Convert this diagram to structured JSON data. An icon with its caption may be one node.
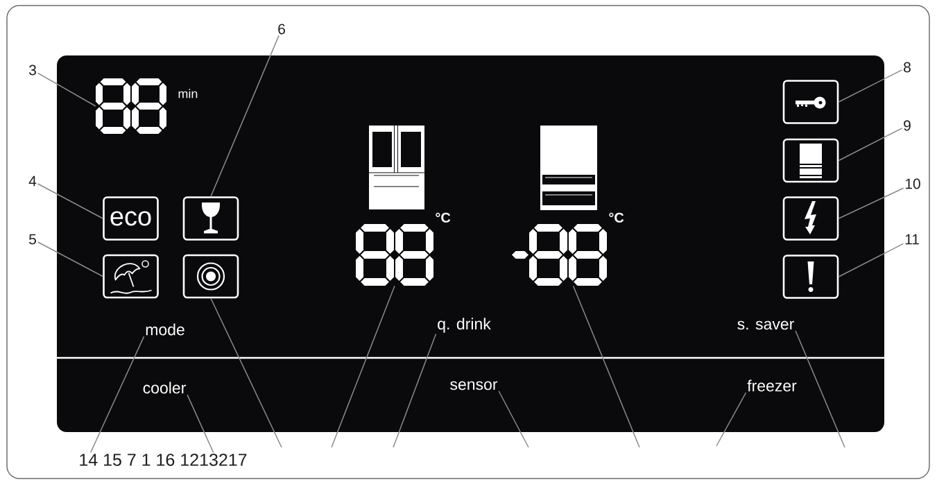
{
  "diagram": {
    "nodes": [
      {
        "text": [],
        "shape": "box"
      },
      {
        "text": [
          "6"
        ]
      },
      {
        "text": [
          "3"
        ]
      },
      {
        "text": [],
        "shape": "picture",
        "in": 0,
        "beside": [
          "min"
        ]
      },
      {
        "text": [
          "8"
        ]
      },
      {
        "text": [],
        "shape": "box",
        "in": 0
      },
      {
        "text": [
          "9"
        ]
      },
      {
        "text": [],
        "shape": "box",
        "in": 0
      },
      {
        "text": [
          "4"
        ]
      },
      {
        "text": [
          "eco"
        ],
        "in": 0
      },
      {
        "text": [],
        "shape": "box",
        "in": 0
      },
      {
        "text": [
          "10"
        ]
      },
      {
        "text": [],
        "shape": "box",
        "in": 0
      },
      {
        "text": [
          "5"
        ]
      },
      {
        "text": [],
        "shape": "box",
        "in": 0
      },
      {
        "text": [],
        "shape": "box",
        "in": 0
      },
      {
        "text": [
          "11"
        ]
      },
      {
        "text": [],
        "shape": "box",
        "in": 0
      },
      {
        "text": [],
        "shape": "picture",
        "in": 0,
        "beside": [
          "°C"
        ]
      },
      {
        "text": [],
        "shape": "picture",
        "in": 0,
        "beside": [
          "°C"
        ]
      },
      {
        "text": [
          "mode"
        ],
        "in": 0
      },
      {
        "text": [
          "q. drink"
        ],
        "in": 0
      },
      {
        "text": [
          "s. saver"
        ],
        "in": 0
      },
      {
        "text": [
          "cooler"
        ],
        "in": 0
      },
      {
        "text": [
          "sensor"
        ],
        "in": 0
      },
      {
        "text": [
          "freezer"
        ],
        "in": 0
      },
      {
        "text": [
          "14 15 7 1 16 1213217"
        ]
      }
    ],
    "edges": [
      {
        "from": 2,
        "to": 3,
        "arrow": "none"
      },
      {
        "from": 1,
        "to": 10,
        "arrow": "none"
      },
      {
        "from": 4,
        "to": 5,
        "arrow": "none"
      },
      {
        "from": 6,
        "to": 7,
        "arrow": "none"
      },
      {
        "from": 8,
        "to": 9,
        "arrow": "none"
      },
      {
        "from": 11,
        "to": 12,
        "arrow": "none"
      },
      {
        "from": 13,
        "to": 14,
        "arrow": "none"
      },
      {
        "from": 16,
        "to": 17,
        "arrow": "none"
      },
      {
        "from": 26,
        "to": 20,
        "arrow": "none"
      },
      {
        "from": 26,
        "to": 23,
        "arrow": "none"
      },
      {
        "from": null,
        "to": 15,
        "arrow": "none"
      },
      {
        "from": null,
        "to": 18,
        "arrow": "none"
      },
      {
        "from": null,
        "to": 21,
        "arrow": "none"
      },
      {
        "from": null,
        "to": 24,
        "arrow": "none"
      },
      {
        "from": null,
        "to": 19,
        "arrow": "none"
      },
      {
        "from": null,
        "to": 25,
        "arrow": "none"
      },
      {
        "from": null,
        "to": 22,
        "arrow": "none"
      }
    ]
  }
}
